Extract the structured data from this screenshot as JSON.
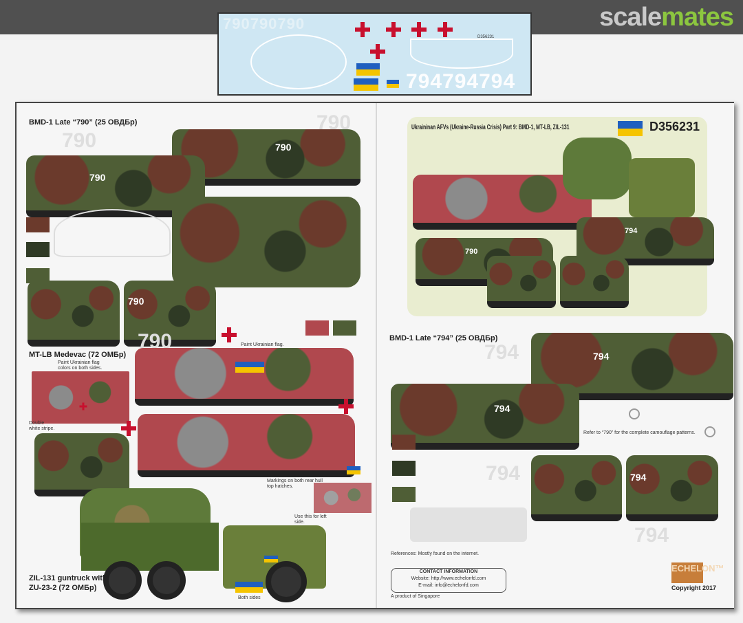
{
  "site": {
    "logo_part1": "scale",
    "logo_part2": "mates"
  },
  "decal_sheet": {
    "numbers_top": "790790790",
    "numbers_bottom": "794794794",
    "small_code": "D356231"
  },
  "left_page": {
    "bmd790_title": "BMD-1 Late “790” (25 ОВДБр)",
    "number": "790",
    "mtlb_title": "MT-LB Medevac (72 ОМБр)",
    "note_flag_sides": "Paint Ukrainian flag colors on both sides.",
    "note_double_stripe": "Double white stripe.",
    "note_paint_flag": "Paint Ukrainian flag.",
    "note_hatches": "Markings on both rear hull top hatches.",
    "note_left_side": "Use this for left side.",
    "note_both_sides": "Both sides",
    "zil_title": "ZIL-131 guntruck with ZU-23-2 (72 ОМБр)"
  },
  "right_page": {
    "header_title": "Ukraininan AFVs (Ukraine-Russia Crisis) Part 9: BMD-1, MT-LB, ZIL-131",
    "product_code": "D356231",
    "bmd794_title": "BMD-1 Late “794” (25 ОВДБр)",
    "number": "794",
    "note_refer": "Refer to “790” for the complete camouflage patterns.",
    "references": "References: Mostly found on the internet.",
    "contact_title": "CONTACT INFORMATION",
    "website": "Website: http://www.echelonfd.com",
    "email": "E-mail: info@echelonfd.com",
    "origin": "A product of Singapore",
    "brand": "ECHELON™",
    "copyright": "Copyright 2017"
  },
  "colors": {
    "camo_brown": "#6b3a2c",
    "camo_dark": "#2f3a25",
    "camo_green": "#4f5e36",
    "medevac_red": "#b0484e",
    "flag_blue": "#1f5fbf",
    "flag_yellow": "#f5c400",
    "cross_red": "#c8102e",
    "brand_green": "#8cc63f"
  }
}
